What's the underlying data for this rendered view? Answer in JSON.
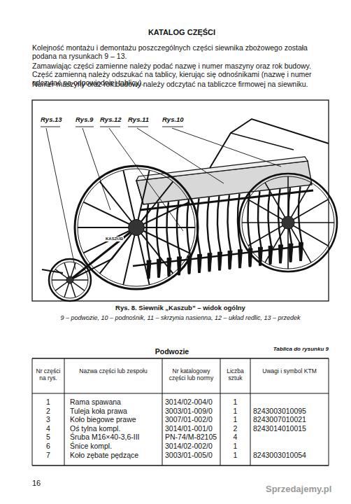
{
  "diagram": {
    "title": "KATALOG CZĘŚCI",
    "caption": "Rys. 8. Siewnik „Kaszub” – widok ogólny",
    "labels": [
      "Kolejność montażu i demontażu poszczególnych części siewnika zbożowego została podana na rysunkach 9 – 13.",
      "Zamawiając części zamienne należy podać nazwę i numer maszyny oraz rok budowy. Część zamienną należy odszukać na tablicy, kierując się odnośnikami (nazwę i numer odczytać na odpowiedniej tablicy).",
      "Numer maszyny oraz rok budowy należy odczytać na tabliczce firmowej na siewniku.",
      "Rys.13",
      "Rys.9",
      "Rys.12",
      "Rys.11",
      "Rys.10",
      "KASZUB",
      "9 – podwozie, 10 – podnośnik, 11 – skrzynia nasienna, 12 – układ redlic, 13 – przedek",
      "Podwozie",
      "Tablica do rysunku 9",
      "Nr części na rys.",
      "Nazwa części lub zespołu",
      "Nr katalogowy części lub normy",
      "Liczba sztuk",
      "Uwagi i symbol KTM",
      "1",
      "Rama spawana",
      "3014/02-004/0",
      "1",
      "2",
      "Tuleja koła prawa",
      "3003/01-009/0",
      "1",
      "8243003010095",
      "3",
      "Koło biegowe prawe",
      "3007/01-002/0",
      "1",
      "8243007010021",
      "4",
      "Oś tylna kompl.",
      "3014/01-001/0",
      "2",
      "8243014010015",
      "5",
      "Śruba M16×40-3,6-III",
      "PN-74/M-82105",
      "4",
      "6",
      "Śnice kompl.",
      "3014/02-002/0",
      "1",
      "7",
      "Koło zębate pędzące",
      "3003/01-005/0",
      "1",
      "8243003010054",
      "16",
      "Sprzedajemy.pl"
    ]
  }
}
